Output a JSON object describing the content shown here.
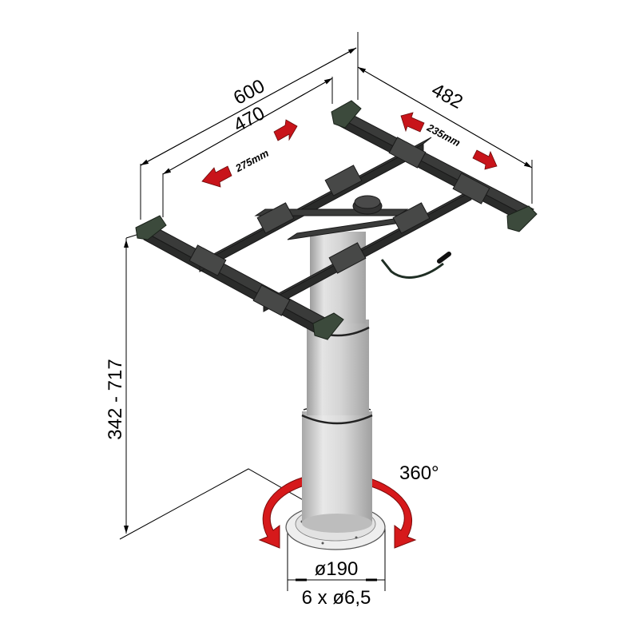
{
  "figure": {
    "subject": "Telescopic table pedestal with sliding frame",
    "colors": {
      "background": "#ffffff",
      "frame_metal": "#3a3b3a",
      "frame_highlight": "#5a5b5a",
      "end_caps": "#3c4a3c",
      "column": "#d8d8d8",
      "column_shadow": "#a9a9a9",
      "arrows_red": "#d6191b",
      "dimension_lines": "#000000"
    }
  },
  "dimensions": {
    "frame_outer_length": "600",
    "frame_inner_length": "470",
    "frame_depth": "482",
    "slide_travel_length": "275mm",
    "slide_travel_depth": "235mm",
    "height_range": "342 - 717",
    "rotation": "360°",
    "base_diameter": "ø190",
    "mounting_holes": "6 x ø6,5"
  }
}
